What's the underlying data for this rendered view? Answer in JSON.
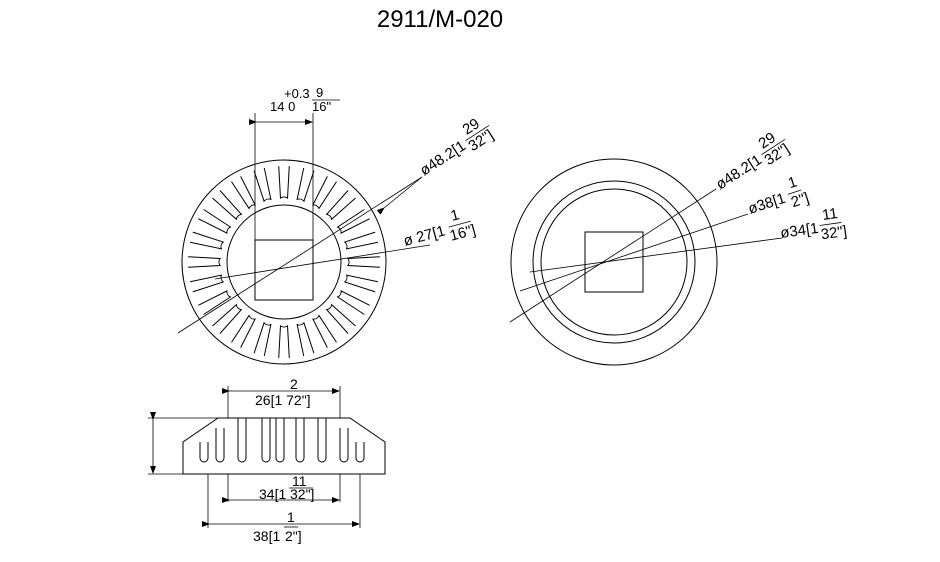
{
  "title": "2911/M-020",
  "front_view": {
    "width_dim": {
      "tol": "+0.3",
      "value": "14 0",
      "frac_num": "9",
      "frac_den": "16\""
    },
    "outer_dia": {
      "prefix": "ø48.2[1",
      "frac_num": "29",
      "frac_den": "32\"]"
    },
    "inner_dia": {
      "prefix": "ø 27[1",
      "frac_num": "1",
      "frac_den": "16\"]"
    }
  },
  "back_view": {
    "outer_dia": {
      "prefix": "ø48.2[1",
      "frac_num": "29",
      "frac_den": "32\"]"
    },
    "mid_dia": {
      "prefix": "ø38[1",
      "frac_num": "1",
      "frac_den": "2\"]"
    },
    "inner_dia": {
      "prefix": "ø34[1",
      "frac_num": "11",
      "frac_den": "32\"]"
    }
  },
  "side_view": {
    "top_dim": {
      "frac_num": "2",
      "value": "26[1 72\"]"
    },
    "mid_dim": {
      "prefix": "34[1",
      "frac_num": "11",
      "frac_den": "32\"]"
    },
    "bottom_dim": {
      "prefix": "38[1",
      "frac_num": "1",
      "frac_den": "2\"]"
    }
  }
}
